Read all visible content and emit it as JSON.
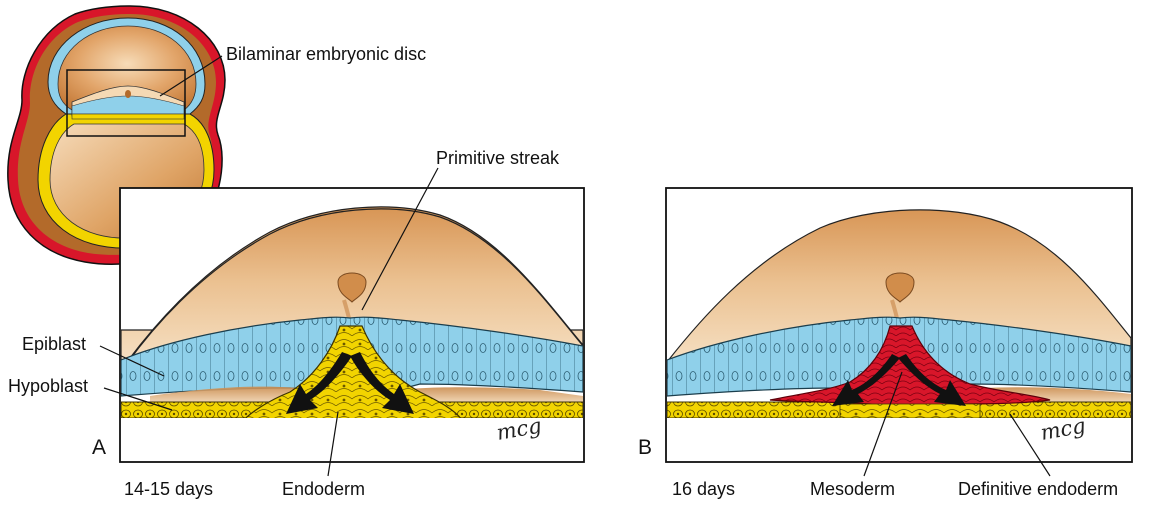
{
  "labels": {
    "bilaminar_disc": "Bilaminar embryonic disc",
    "primitive_streak": "Primitive streak",
    "epiblast": "Epiblast",
    "hypoblast": "Hypoblast",
    "endoderm": "Endoderm",
    "mesoderm": "Mesoderm",
    "definitive_endoderm": "Definitive endoderm"
  },
  "panels": {
    "a": {
      "letter": "A",
      "days": "14-15 days"
    },
    "b": {
      "letter": "B",
      "days": "16 days"
    }
  },
  "signature": "mcg",
  "colors": {
    "epiblast": "#8fd0ea",
    "hypoblast": "#f2d400",
    "mesoderm": "#d8162a",
    "amnion": "#d4914f",
    "chorion": "#d8162a"
  }
}
